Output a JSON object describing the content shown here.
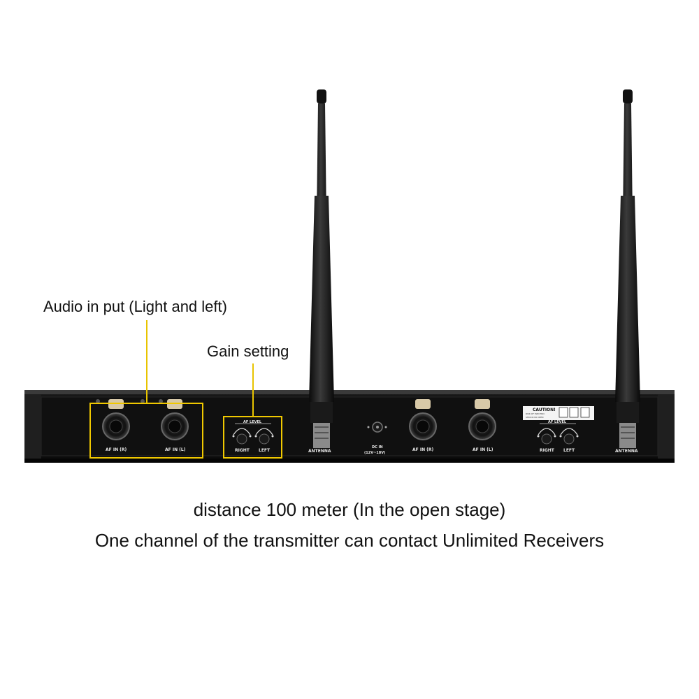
{
  "callouts": {
    "audio_input": "Audio in put (Light and left)",
    "gain_setting": "Gain setting"
  },
  "captions": {
    "line1": "distance 100 meter (In the open stage)",
    "line2": "One channel of the transmitter can contact Unlimited Receivers"
  },
  "panel_labels": {
    "af_in_r": "AF IN (R)",
    "af_in_l": "AF IN (L)",
    "af_level": "AF LEVEL",
    "right": "RIGHT",
    "left": "LEFT",
    "antenna": "ANTENNA",
    "dc_in": "DC IN",
    "dc_voltage": "(12V~18V)",
    "caution": "CAUTION!",
    "caution_note_1": "RISK OF ELECTRIC",
    "caution_note_2": "SHOCK DO OPEN"
  },
  "colors": {
    "highlight": "#f0c800",
    "chassis": "#141414",
    "background": "#ffffff"
  }
}
